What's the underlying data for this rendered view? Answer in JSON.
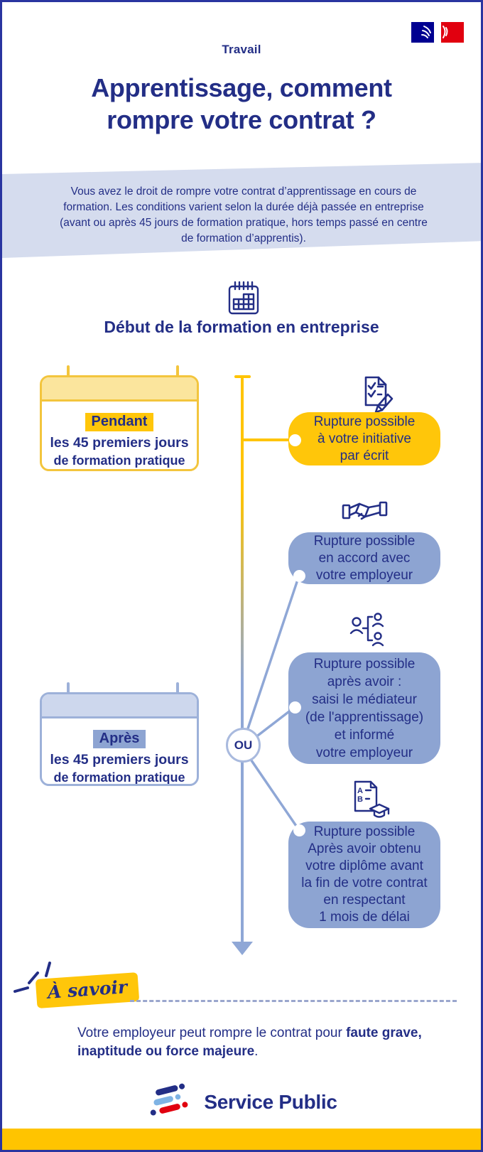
{
  "header": {
    "category": "Travail",
    "title": "Apprentissage, comment rompre votre contrat ?",
    "flag_icon": "french-government-flag-icon"
  },
  "intro": "Vous avez le droit de rompre votre contrat d’apprentissage en cours de formation. Les conditions varient selon la durée déjà passée en entreprise (avant ou après 45 jours de formation pratique, hors temps passé en centre de formation d’apprentis).",
  "timeline": {
    "start_heading": "Début de la formation en entreprise",
    "start_icon": "calendar-icon",
    "or_label": "OU",
    "end_icon": "arrow-down-icon"
  },
  "periods": [
    {
      "style": "yellow",
      "highlight": "Pendant",
      "line1": "les 45 premiers jours",
      "line2": "de formation pratique"
    },
    {
      "style": "blue",
      "highlight": "Après",
      "line1": "les 45 premiers jours",
      "line2": "de formation pratique"
    }
  ],
  "options": [
    {
      "style": "yellow",
      "icon": "checklist-pencil-icon",
      "lines": [
        "Rupture possible",
        "à votre initiative",
        "par écrit"
      ]
    },
    {
      "style": "blue",
      "icon": "handshake-icon",
      "lines": [
        "Rupture possible",
        "en accord avec",
        "votre employeur"
      ]
    },
    {
      "style": "blue",
      "icon": "mediator-people-icon",
      "lines": [
        "Rupture possible",
        "après avoir :",
        "saisi le médiateur",
        "(de l'apprentissage)",
        "et informé",
        "votre employeur"
      ]
    },
    {
      "style": "blue",
      "icon": "diploma-document-icon",
      "lines": [
        "Rupture possible",
        "Après avoir obtenu",
        "votre diplôme avant",
        "la fin de votre contrat",
        "en respectant",
        "1 mois de délai"
      ]
    }
  ],
  "diploma_icon_letters": {
    "a": "A",
    "b": "B"
  },
  "footnote": {
    "badge": "À savoir",
    "text_normal": "Votre employeur peut rompre le contrat pour ",
    "text_bold": "faute grave, inaptitude ou force majeure",
    "text_end": "."
  },
  "footer": {
    "brand": "Service Public"
  },
  "colors": {
    "navy": "#232e86",
    "yellow": "#ffc60a",
    "gold_border": "#f3c53d",
    "periwinkle": "#8da4d2",
    "line_blue": "#8fa7d6",
    "intro_band": "#d5dcee",
    "footer_yellow": "#ffc400",
    "flag_blue": "#000091",
    "flag_red": "#e1000f"
  }
}
